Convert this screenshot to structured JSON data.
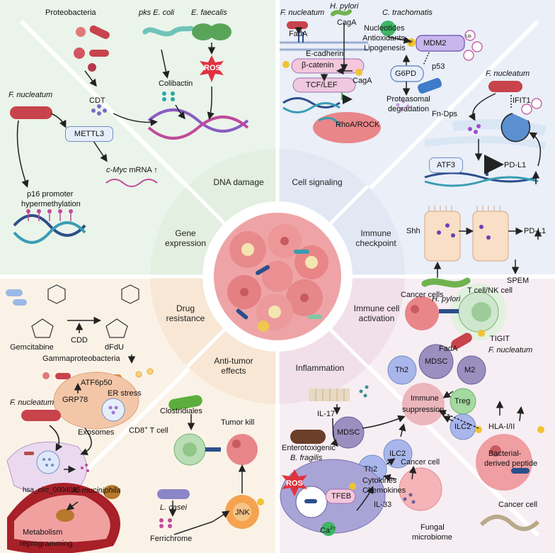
{
  "center_labels": {
    "dna_damage": "DNA damage",
    "cell_signaling": "Cell signaling",
    "gene_expression_1": "Gene",
    "gene_expression_2": "expression",
    "immune_checkpoint_1": "Immune",
    "immune_checkpoint_2": "checkpoint",
    "drug_resistance_1": "Drug",
    "drug_resistance_2": "resistance",
    "immune_activation_1": "Immune cell",
    "immune_activation_2": "activation",
    "anti_tumor": "Anti-tumor",
    "anti_tumor_2": "effects",
    "inflammation": "Inflammation"
  },
  "dna_damage": {
    "proteobacteria": "Proteobacteria",
    "pks_ecoli": "pks E. coli",
    "efaecalis": "E. faecalis",
    "cdt": "CDT",
    "colibactin": "Colibactin",
    "ros": "ROS"
  },
  "gene_expression": {
    "fnucleatum": "F. nucleatum",
    "mettl3": "METTL3",
    "cmyc": "c-Myc",
    "cmyc_suffix": " mRNA",
    "p16_1": "p16 promoter",
    "p16_2": "hypermethylation"
  },
  "cell_signaling": {
    "fnucleatum": "F. nucleatum",
    "hpylori": "H. pylori",
    "fada": "FadA",
    "caga": "CagA",
    "caga2": "CagA",
    "ecadherin": "E-cadherin",
    "bcatenin": "β-catenin",
    "tcf": "TCF/LEF",
    "rhoa": "RhoA/ROCK",
    "ctrachomatis": "C. trachomatis",
    "nucleotides": "Nucleotides",
    "antioxidants": "Antioxidants",
    "lipogenesis": "Lipogenesis",
    "mdm2": "MDM2",
    "p53": "p53",
    "g6pd": "G6PD",
    "prot_1": "Proteasomal",
    "prot_2": "degradation",
    "ub": "Ub",
    "p": "P"
  },
  "immune_checkpoint": {
    "fnucleatum": "F. nucleatum",
    "ifit1": "IFIT1",
    "fndps": "Fn-Dps",
    "atf3": "ATF3",
    "pdl1": "PD-L1",
    "shh": "Shh",
    "pdl1_2": "PD-L1",
    "spem": "SPEM",
    "hpylori": "H. pylori"
  },
  "drug_resistance": {
    "gemcitabine": "Gemcitabine",
    "cdd": "CDD",
    "dfdu": "dFdU",
    "gammaproteo": "Gammaproteobacteria",
    "atf6": "ATF6p50",
    "grp78": "GRP78",
    "er_stress": "ER stress",
    "fnucleatum": "F. nucleatum",
    "exosomes": "Exosomes",
    "circ": "hsa_circ_0004085"
  },
  "anti_tumor": {
    "amuciniphila": "A. muciniphila",
    "metab_1": "Metabolism",
    "metab_2": "reprogramming",
    "clostridiales": "Clostridiales",
    "cd8": "CD8",
    "cd8_sup": "+",
    "cd8_suffix": " T cell",
    "tumor_kill": "Tumor kill",
    "lcasei": "L. casei",
    "ferrichrome": "Ferrichrome",
    "jnk": "JNK"
  },
  "immune_activation": {
    "cancer_cells": "Cancer cells",
    "tnk": "T cell/NK cell",
    "tigit": "TIGIT",
    "fada": "FadA",
    "fnucleatum": "F. nucleatum"
  },
  "inflammation": {
    "th2": "Th2",
    "mdsc": "MDSC",
    "m2": "M2",
    "treg": "Treg",
    "ilc2": "ILC2",
    "immune_sup_1": "Immune",
    "immune_sup_2": "suppression",
    "il17": "IL-17",
    "etbf_1": "Enterotoxigenic",
    "etbf_2": "B. fragilis",
    "mdsc2": "MDSC",
    "th2_2": "Th2",
    "ilc2_2": "ILC2",
    "il33": "IL-33",
    "hla": "HLA-I/II",
    "bact_1": "Bacterial-",
    "bact_2": "derived peptide",
    "cancer_cell": "Cancer cell",
    "cancer_cell_2": "Cancer cell",
    "ros": "ROS",
    "tfeb": "TFEB",
    "cytokines": "Cytokines",
    "chemokines": "Chemokines",
    "ca": "Ca",
    "ca_sup": "2+",
    "fungal_1": "Fungal",
    "fungal_2": "microbiome"
  },
  "colors": {
    "tl_bg": "#e9f3e9",
    "tr_bg": "#e9eef8",
    "bl_bg": "#fbf1e6",
    "br_bg": "#f6ecf2",
    "tumor": "#e8868a",
    "arrow": "#222222"
  }
}
